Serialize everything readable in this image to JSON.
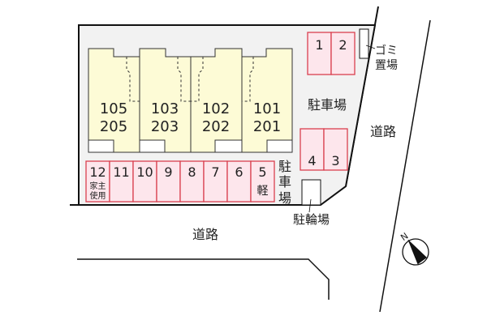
{
  "colors": {
    "lot": "#f2f2f2",
    "building": "#fdfbd6",
    "parking": "#fde6ec",
    "parking_border": "#d9404f",
    "line": "#111111"
  },
  "units": [
    {
      "top": "105",
      "bottom": "205"
    },
    {
      "top": "103",
      "bottom": "203"
    },
    {
      "top": "102",
      "bottom": "202"
    },
    {
      "top": "101",
      "bottom": "201"
    }
  ],
  "parking_row": [
    {
      "num": "12",
      "note1": "家主",
      "note2": "使用"
    },
    {
      "num": "11"
    },
    {
      "num": "10"
    },
    {
      "num": "9"
    },
    {
      "num": "8"
    },
    {
      "num": "7"
    },
    {
      "num": "6"
    },
    {
      "num": "5",
      "note1": "軽"
    }
  ],
  "parking_top": [
    "1",
    "2"
  ],
  "parking_mid": [
    "4",
    "3"
  ],
  "labels": {
    "parking_main": "駐車場",
    "parking_vertical": [
      "駐",
      "車",
      "場"
    ],
    "garbage": [
      "ゴミ",
      "置場"
    ],
    "bicycle": "駐輪場",
    "road_right": "道路",
    "road_bottom": "道路",
    "north": "N"
  }
}
